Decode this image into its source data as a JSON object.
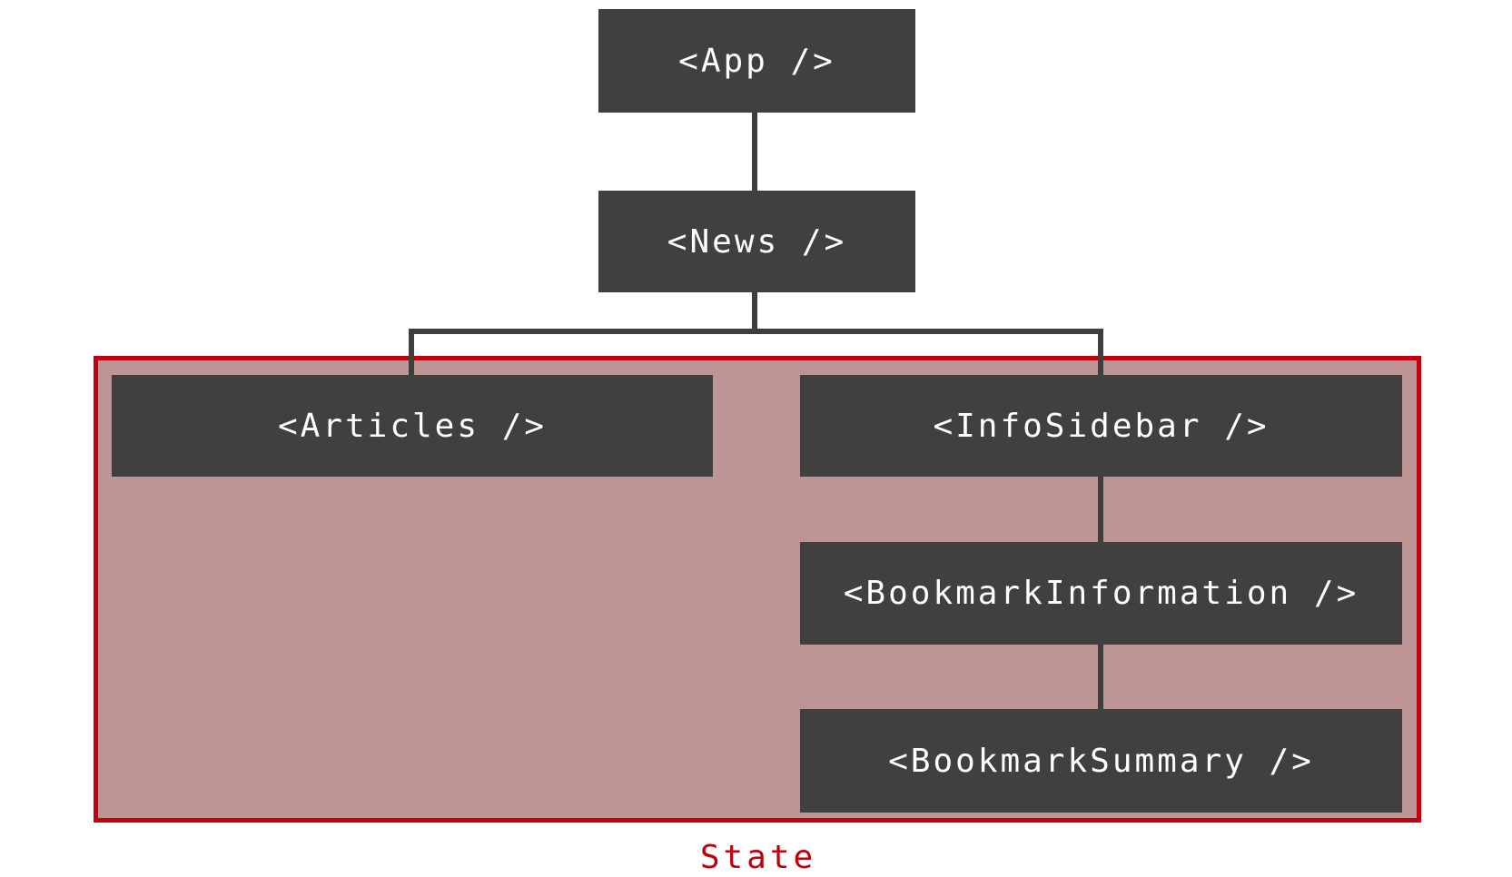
{
  "nodes": {
    "app": "<App />",
    "news": "<News />",
    "articles": "<Articles />",
    "info_sidebar": "<InfoSidebar />",
    "bookmark_information": "<BookmarkInformation />",
    "bookmark_summary": "<BookmarkSummary />"
  },
  "state_label": "State",
  "colors": {
    "node_fill": "#404040",
    "node_text": "#ffffff",
    "connector": "#3e3e3e",
    "state_border": "#c1000e",
    "state_fill": "#be9595",
    "state_label": "#c1000e"
  }
}
